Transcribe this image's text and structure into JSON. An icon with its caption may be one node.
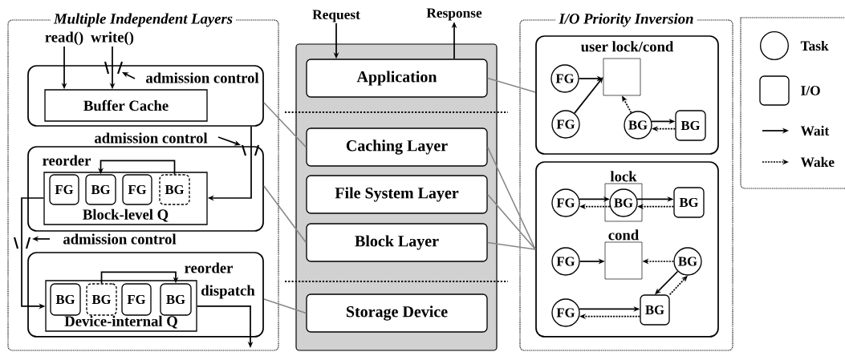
{
  "diagram": {
    "nodes": [
      {
        "text": [
          "Multiple Independent Layers"
        ]
      },
      {
        "text": [
          "read()"
        ],
        "in": 0
      },
      {
        "text": [
          "write()"
        ],
        "in": 0
      },
      {
        "text": [],
        "shape": "box",
        "in": 0
      },
      {
        "text": [
          "Buffer Cache"
        ],
        "in": 3
      },
      {
        "text": [],
        "shape": "box",
        "in": 0
      },
      {
        "text": [
          "Block-level Q"
        ],
        "in": 5
      },
      {
        "text": [
          "FG"
        ],
        "in": 6
      },
      {
        "text": [
          "BG"
        ],
        "in": 6
      },
      {
        "text": [
          "FG"
        ],
        "in": 6
      },
      {
        "text": [
          "BG"
        ],
        "in": 6
      },
      {
        "text": [],
        "shape": "box",
        "in": 0
      },
      {
        "text": [
          "Device-internal Q"
        ],
        "in": 11
      },
      {
        "text": [
          "BG"
        ],
        "in": 12
      },
      {
        "text": [
          "BG"
        ],
        "in": 12
      },
      {
        "text": [
          "FG"
        ],
        "in": 12
      },
      {
        "text": [
          "BG"
        ],
        "in": 12
      },
      {
        "text": [],
        "shape": "box"
      },
      {
        "text": [
          "Request"
        ]
      },
      {
        "text": [
          "Response"
        ]
      },
      {
        "text": [
          "Application"
        ],
        "in": 17
      },
      {
        "text": [
          "Caching Layer"
        ],
        "in": 17
      },
      {
        "text": [
          "File System Layer"
        ],
        "in": 17
      },
      {
        "text": [
          "Block Layer"
        ],
        "in": 17
      },
      {
        "text": [
          "Storage Device"
        ],
        "in": 17
      },
      {
        "text": [
          "I/O Priority Inversion"
        ]
      },
      {
        "text": [
          "user lock/cond"
        ],
        "in": 25
      },
      {
        "text": [
          "FG"
        ],
        "in": 26
      },
      {
        "text": [
          "FG"
        ],
        "in": 26
      },
      {
        "text": [],
        "shape": "box",
        "in": 26
      },
      {
        "text": [
          "BG"
        ],
        "in": 26
      },
      {
        "text": [
          "BG"
        ],
        "in": 26
      },
      {
        "text": [],
        "shape": "box",
        "in": 25
      },
      {
        "text": [
          "FG"
        ],
        "in": 32
      },
      {
        "text": [
          "lock"
        ],
        "in": 32
      },
      {
        "text": [
          "BG"
        ],
        "in": 34
      },
      {
        "text": [
          "BG"
        ],
        "in": 32
      },
      {
        "text": [
          "FG"
        ],
        "in": 32
      },
      {
        "text": [
          "cond"
        ],
        "in": 32
      },
      {
        "text": [
          "BG"
        ],
        "in": 32
      },
      {
        "text": [
          "FG"
        ],
        "in": 32
      },
      {
        "text": [
          "BG"
        ],
        "in": 32
      }
    ],
    "edges": [
      {
        "from": 1,
        "to": 4,
        "arrow": "to"
      },
      {
        "from": 2,
        "to": 4,
        "arrow": "to"
      },
      {
        "from": 3,
        "to": 6,
        "arrow": "to"
      },
      {
        "from": 10,
        "to": 8,
        "arrow": "to"
      },
      {
        "from": 6,
        "to": 12,
        "arrow": "to"
      },
      {
        "from": 14,
        "to": 16,
        "arrow": "to"
      },
      {
        "from": 12,
        "to": null,
        "arrow": "to"
      },
      {
        "from": 18,
        "to": 20,
        "arrow": "to"
      },
      {
        "from": 20,
        "to": 19,
        "arrow": "to"
      },
      {
        "from": 20,
        "to": 26,
        "arrow": "none",
        "color": "#888888"
      },
      {
        "from": 3,
        "to": 21,
        "arrow": "none",
        "color": "#888888"
      },
      {
        "from": 5,
        "to": 23,
        "arrow": "none",
        "color": "#888888"
      },
      {
        "from": 11,
        "to": 24,
        "arrow": "none",
        "color": "#888888"
      },
      {
        "from": 21,
        "to": 32,
        "arrow": "none",
        "color": "#888888"
      },
      {
        "from": 22,
        "to": 32,
        "arrow": "none",
        "color": "#888888"
      },
      {
        "from": 23,
        "to": 32,
        "arrow": "none",
        "color": "#888888"
      },
      {
        "from": 27,
        "to": 29,
        "arrow": "to"
      },
      {
        "from": 28,
        "to": 29,
        "arrow": "to"
      },
      {
        "from": 30,
        "to": 29,
        "arrow": "to",
        "style": "dashed"
      },
      {
        "from": 30,
        "to": 31,
        "arrow": "to"
      },
      {
        "from": 31,
        "to": 30,
        "arrow": "to",
        "style": "dashed"
      },
      {
        "from": 33,
        "to": 35,
        "arrow": "to"
      },
      {
        "from": 35,
        "to": 33,
        "arrow": "to",
        "style": "dashed"
      },
      {
        "from": 35,
        "to": 36,
        "arrow": "to"
      },
      {
        "from": 36,
        "to": 35,
        "arrow": "to",
        "style": "dashed"
      },
      {
        "from": 37,
        "to": 38,
        "arrow": "to"
      },
      {
        "from": 39,
        "to": 38,
        "arrow": "to",
        "style": "dashed"
      },
      {
        "from": 39,
        "to": 41,
        "arrow": "to"
      },
      {
        "from": 41,
        "to": 39,
        "arrow": "to",
        "style": "dashed"
      },
      {
        "from": 40,
        "to": 41,
        "arrow": "to"
      },
      {
        "from": 41,
        "to": 40,
        "arrow": "to",
        "style": "dashed"
      }
    ],
    "labels": [
      "admission control",
      "admission control",
      "reorder",
      "admission control",
      "reorder",
      "dispatch"
    ],
    "legend": [
      {
        "text": "Task"
      },
      {
        "text": "I/O"
      },
      {
        "text": "Wait"
      },
      {
        "text": "Wake"
      }
    ]
  }
}
